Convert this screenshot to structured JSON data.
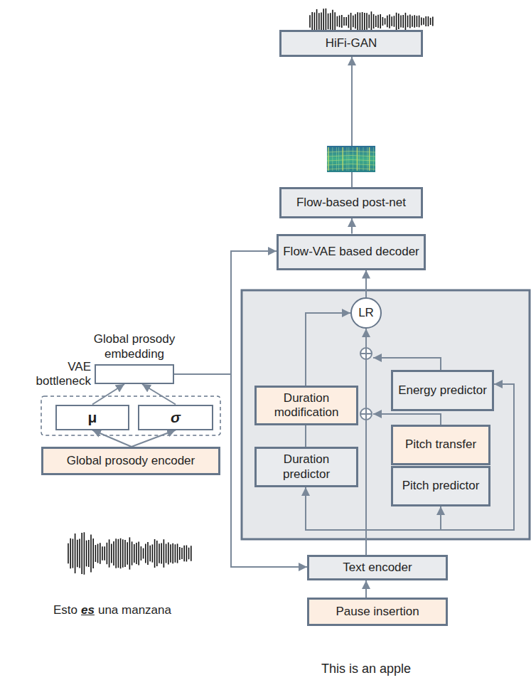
{
  "diagram": {
    "nodes": [
      {
        "text": [
          "HiFi-GAN"
        ]
      },
      {
        "text": [
          "Flow-based post-net"
        ]
      },
      {
        "text": [
          "Flow-VAE based decoder"
        ]
      },
      {
        "text": [
          "LR"
        ]
      },
      {
        "text": [
          "Energy predictor"
        ]
      },
      {
        "text": [
          "Duration modification"
        ]
      },
      {
        "text": [
          "Pitch transfer"
        ]
      },
      {
        "text": [
          "Duration predictor"
        ]
      },
      {
        "text": [
          "Pitch predictor"
        ]
      },
      {
        "text": [
          "Global prosody embedding"
        ]
      },
      {
        "text": [
          "μ"
        ]
      },
      {
        "text": [
          "σ"
        ]
      },
      {
        "text": [
          "Global prosody encoder"
        ]
      },
      {
        "text": [
          "Text encoder"
        ]
      },
      {
        "text": [
          "Pause insertion"
        ]
      }
    ],
    "edges": [
      {
        "from": 14,
        "to": 13,
        "arrow": "to"
      },
      {
        "from": 13,
        "to": 3,
        "arrow": "to"
      },
      {
        "from": 3,
        "to": 2,
        "arrow": "to"
      },
      {
        "from": 2,
        "to": 1,
        "arrow": "to"
      },
      {
        "from": 1,
        "to": 0,
        "arrow": "to"
      },
      {
        "from": 7,
        "to": 5,
        "arrow": "none"
      },
      {
        "from": 5,
        "to": 3,
        "arrow": "to"
      },
      {
        "from": 13,
        "to": 7,
        "arrow": "to"
      },
      {
        "from": 13,
        "to": 8,
        "arrow": "to"
      },
      {
        "from": 13,
        "to": 4,
        "arrow": "to"
      },
      {
        "from": 9,
        "to": 2,
        "arrow": "to"
      },
      {
        "from": 9,
        "to": 13,
        "arrow": "to"
      },
      {
        "from": 12,
        "to": 10,
        "arrow": "to"
      },
      {
        "from": 12,
        "to": 11,
        "arrow": "to"
      },
      {
        "from": 10,
        "to": 9,
        "arrow": "to"
      },
      {
        "from": 11,
        "to": 9,
        "arrow": "to"
      }
    ],
    "labels": [
      "VAE bottleneck",
      "Esto",
      "es",
      "una manzana",
      "This is an apple"
    ]
  }
}
